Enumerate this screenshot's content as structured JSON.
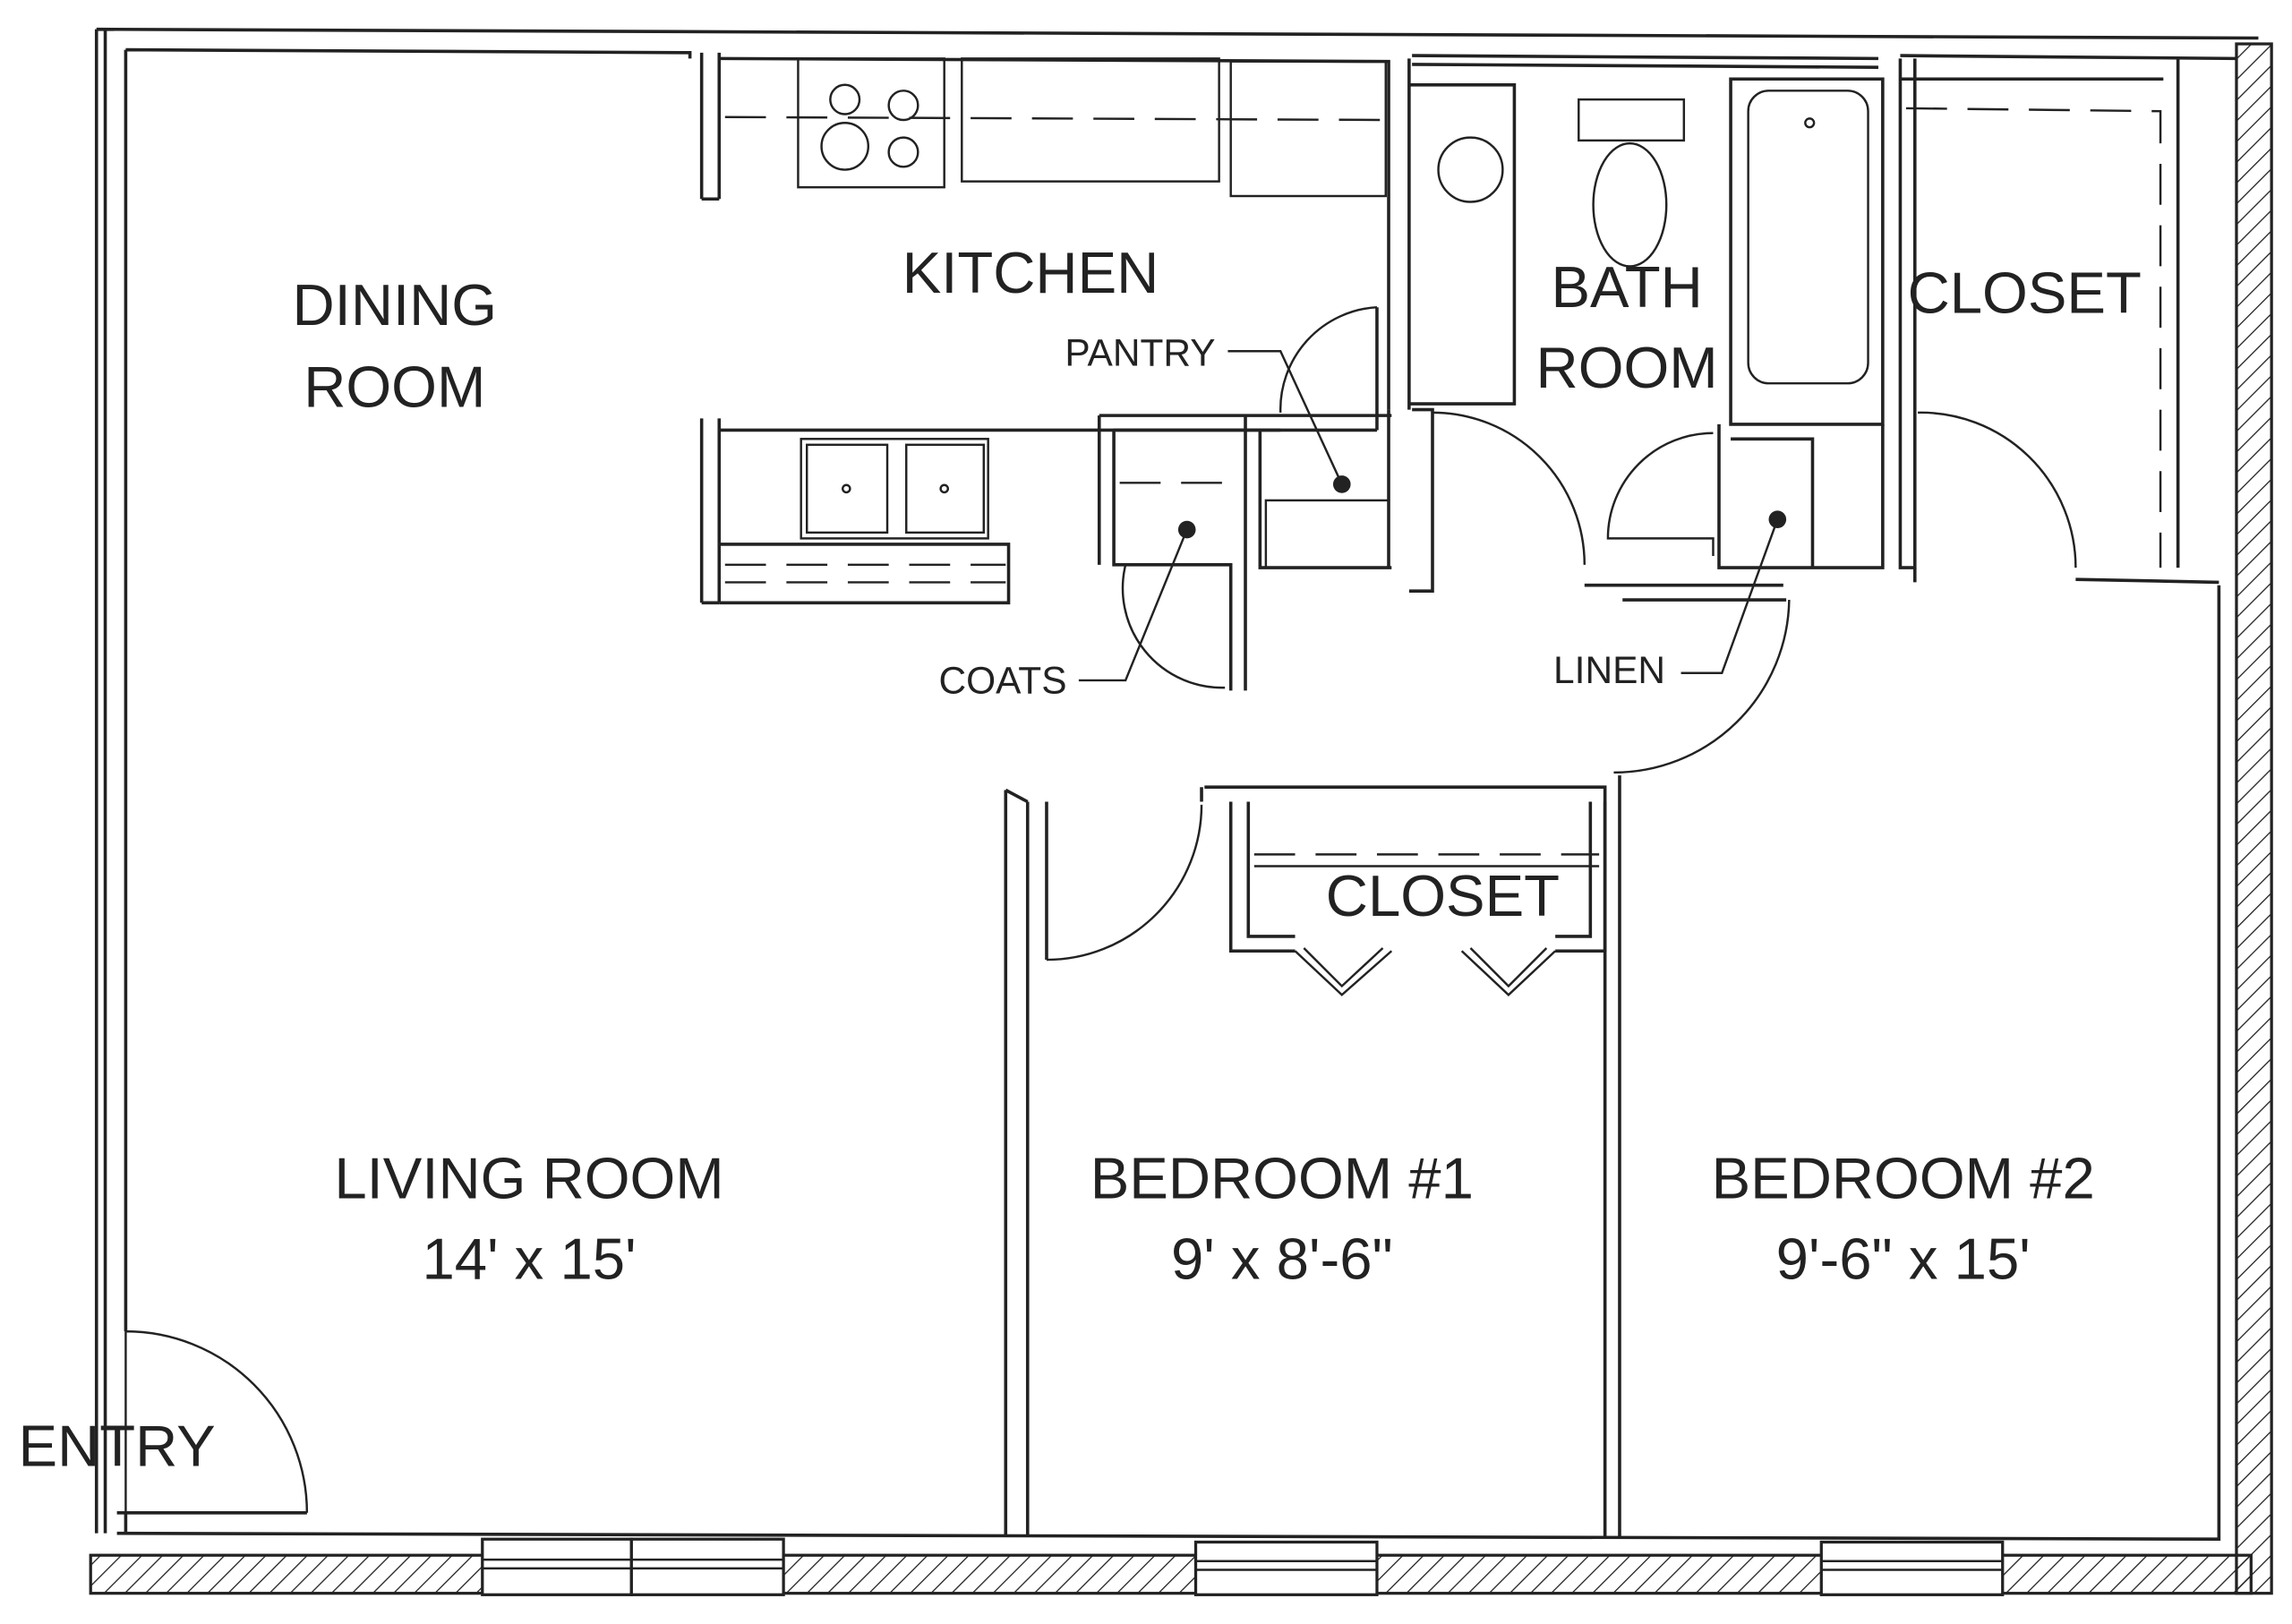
{
  "rooms": {
    "dining": {
      "line1": "DINING",
      "line2": "ROOM"
    },
    "kitchen": {
      "label": "KITCHEN"
    },
    "pantry": {
      "label": "PANTRY"
    },
    "bath": {
      "line1": "BATH",
      "line2": "ROOM"
    },
    "closet_hall": {
      "label": "CLOSET"
    },
    "coats": {
      "label": "COATS"
    },
    "linen": {
      "label": "LINEN"
    },
    "closet_bed1": {
      "label": "CLOSET"
    },
    "living": {
      "label": "LIVING ROOM",
      "size": "14' x 15'"
    },
    "bedroom1": {
      "label": "BEDROOM #1",
      "size": "9' x 8'-6\""
    },
    "bedroom2": {
      "label": "BEDROOM #2",
      "size": "9'-6\" x 15'"
    },
    "entry": {
      "label": "ENTRY"
    }
  }
}
